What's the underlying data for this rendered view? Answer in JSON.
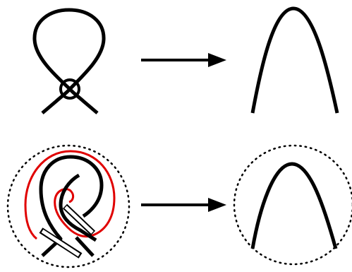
{
  "colors": {
    "stroke": "#000000",
    "accent": "#e00000",
    "background": "#ffffff"
  },
  "figure": {
    "rows": [
      {
        "id": "top-row",
        "left": "loop-with-crossing-circle",
        "arrow": "right-arrow",
        "right": "arch-curve"
      },
      {
        "id": "bottom-row",
        "left": "knotted-strands-in-dotted-circle-with-red-loop",
        "arrow": "right-arrow",
        "right": "arch-curve-in-dotted-circle"
      }
    ]
  }
}
